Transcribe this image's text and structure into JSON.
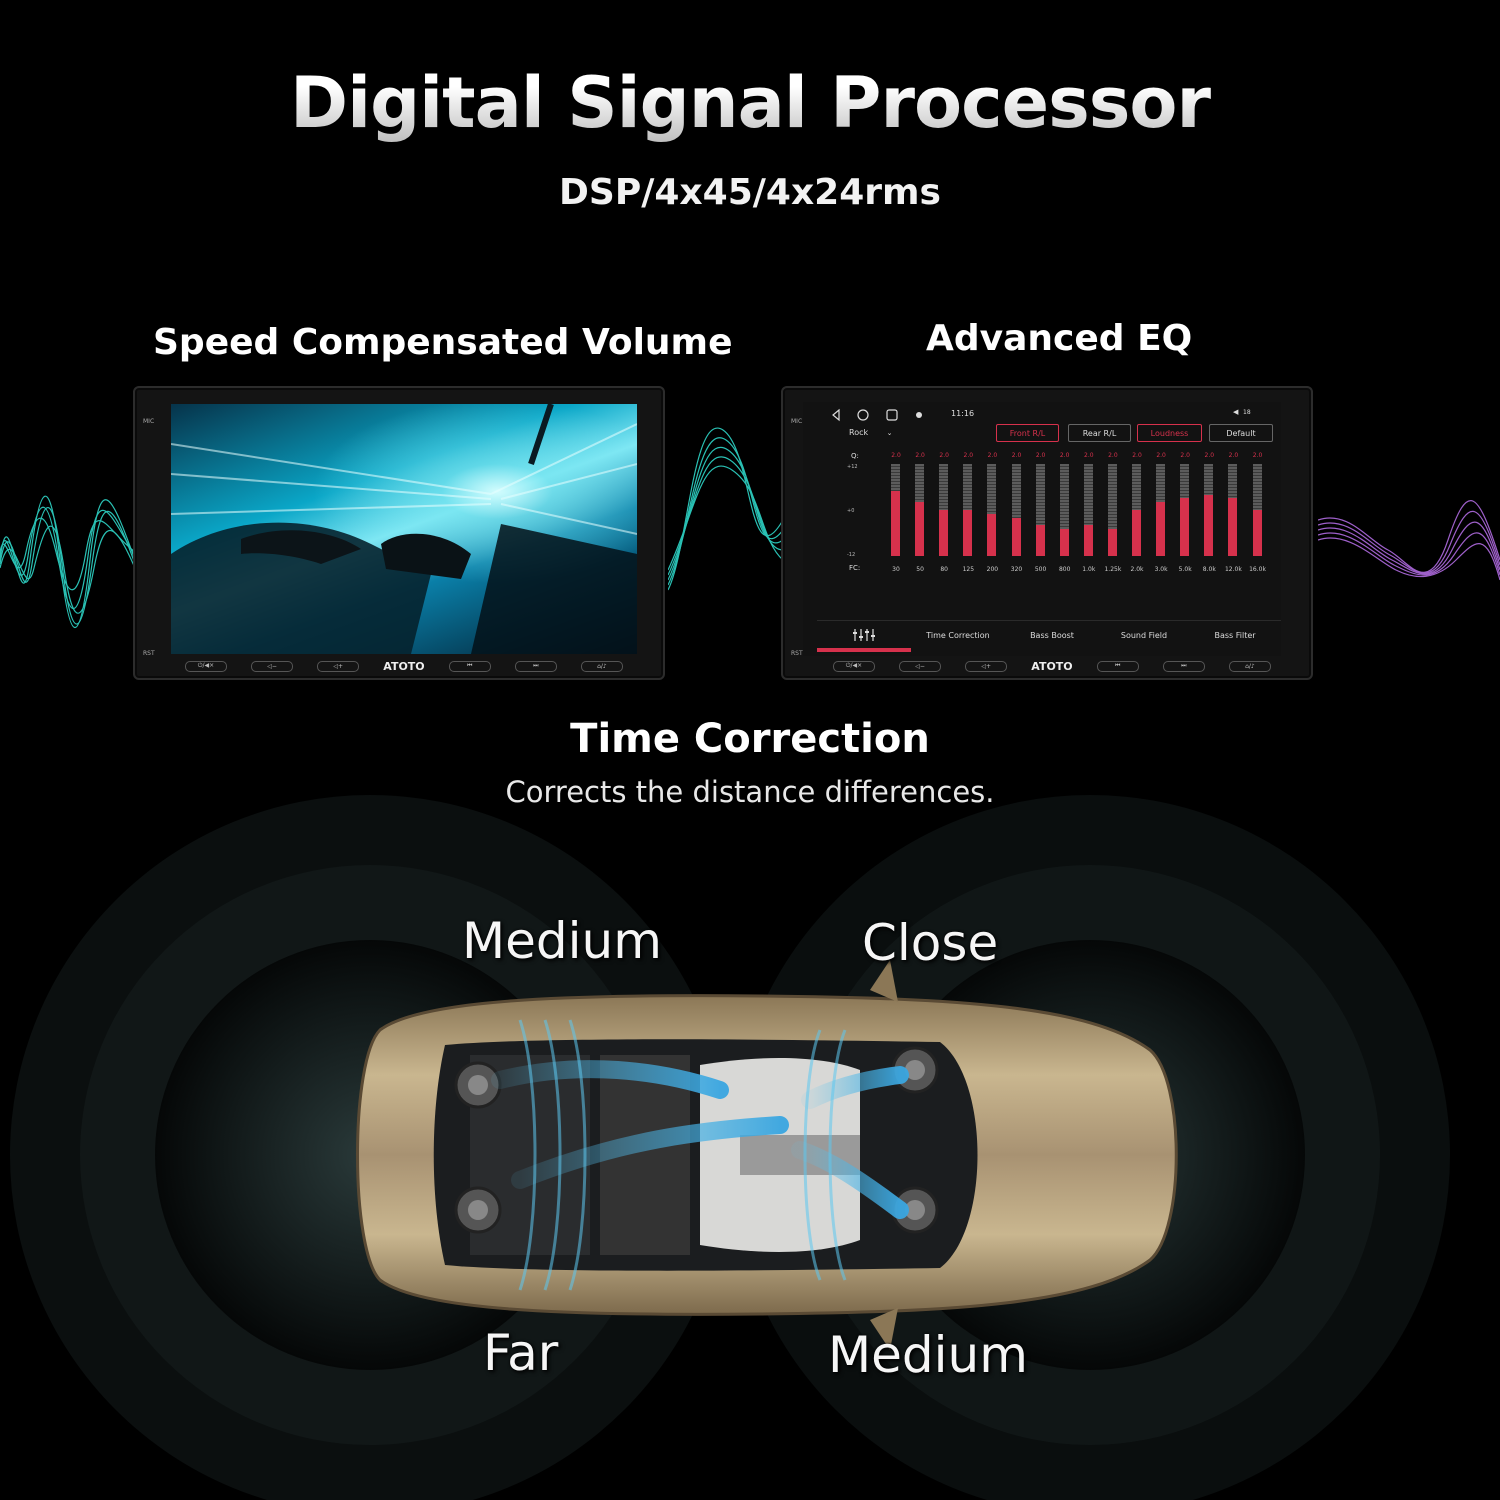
{
  "header": {
    "title": "Digital Signal Processor",
    "subtitle": "DSP/4x45/4x24rms"
  },
  "sections": {
    "scv_title": "Speed Compensated Volume",
    "eq_title": "Advanced EQ",
    "tc_title": "Time Correction",
    "tc_subtitle": "Corrects the distance differences."
  },
  "head_unit": {
    "brand": "ATOTO",
    "mic_label": "MIC",
    "rst_label": "RST",
    "buttons": [
      "⏻/◀×",
      "◁−",
      "◁+",
      "⏮",
      "⏭",
      "⌂/♪"
    ]
  },
  "eq_screen": {
    "time": "11:16",
    "status": "18",
    "preset": "Rock",
    "pills": [
      "Front R/L",
      "Rear R/L",
      "Loudness",
      "Default"
    ],
    "q_label": "Q:",
    "fc_label": "FC:",
    "scale_top": "+12",
    "scale_mid": "+0",
    "scale_bot": "-12",
    "q_values": [
      "2.0",
      "2.0",
      "2.0",
      "2.0",
      "2.0",
      "2.0",
      "2.0",
      "2.0",
      "2.0",
      "2.0",
      "2.0",
      "2.0",
      "2.0",
      "2.0",
      "2.0",
      "2.0"
    ],
    "frequencies": [
      "30",
      "50",
      "80",
      "125",
      "200",
      "320",
      "500",
      "800",
      "1.0k",
      "1.25k",
      "2.0k",
      "3.0k",
      "5.0k",
      "8.0k",
      "12.0k",
      "16.0k"
    ],
    "gains": [
      5,
      2,
      0,
      0,
      -1,
      -2,
      -4,
      -5,
      -4,
      -5,
      0,
      2,
      3,
      4,
      3,
      0
    ],
    "tabs": [
      "Time Correction",
      "Bass Boost",
      "Sound Field",
      "Bass Filter"
    ]
  },
  "car": {
    "label_front_left": "Medium",
    "label_front_right": "Close",
    "label_rear_left": "Far",
    "label_rear_right": "Medium"
  },
  "colors": {
    "accent_eq": "#d6314c",
    "wave_left": "#2fd6c8",
    "wave_right": "#b06be0",
    "car_body": "#b7a280"
  }
}
